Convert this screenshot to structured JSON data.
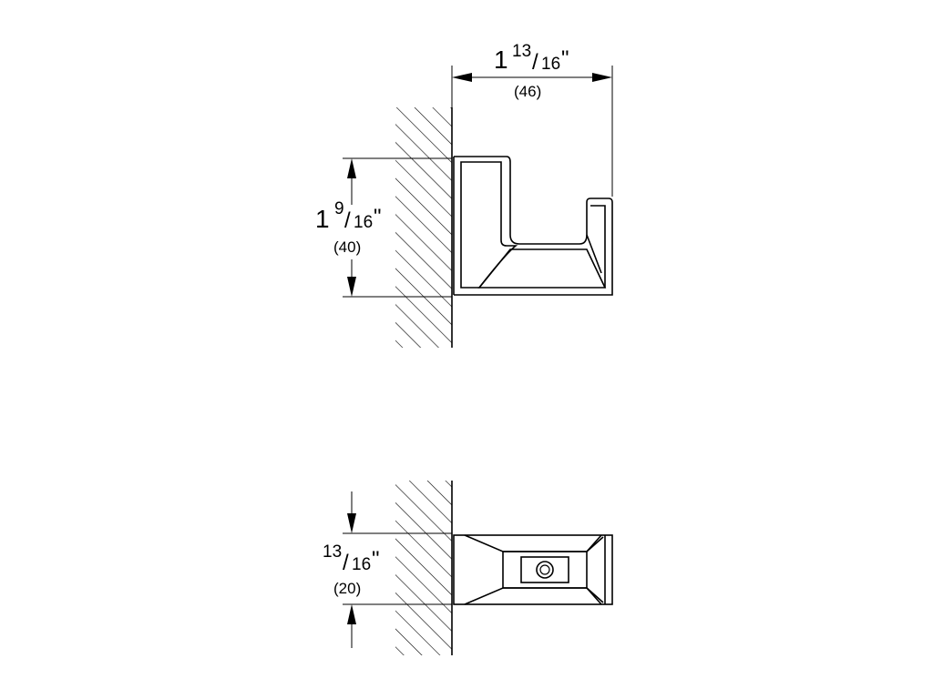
{
  "colors": {
    "stroke": "#000000",
    "background": "#ffffff"
  },
  "side_view": {
    "width_dim": {
      "whole": "1",
      "numerator": "13",
      "denominator": "16",
      "unit": "\"",
      "metric": "(46)"
    },
    "height_dim": {
      "whole": "1",
      "numerator": "9",
      "denominator": "16",
      "unit": "\"",
      "metric": "(40)"
    }
  },
  "top_view": {
    "depth_dim": {
      "numerator": "13",
      "denominator": "16",
      "unit": "\"",
      "metric": "(20)"
    }
  }
}
